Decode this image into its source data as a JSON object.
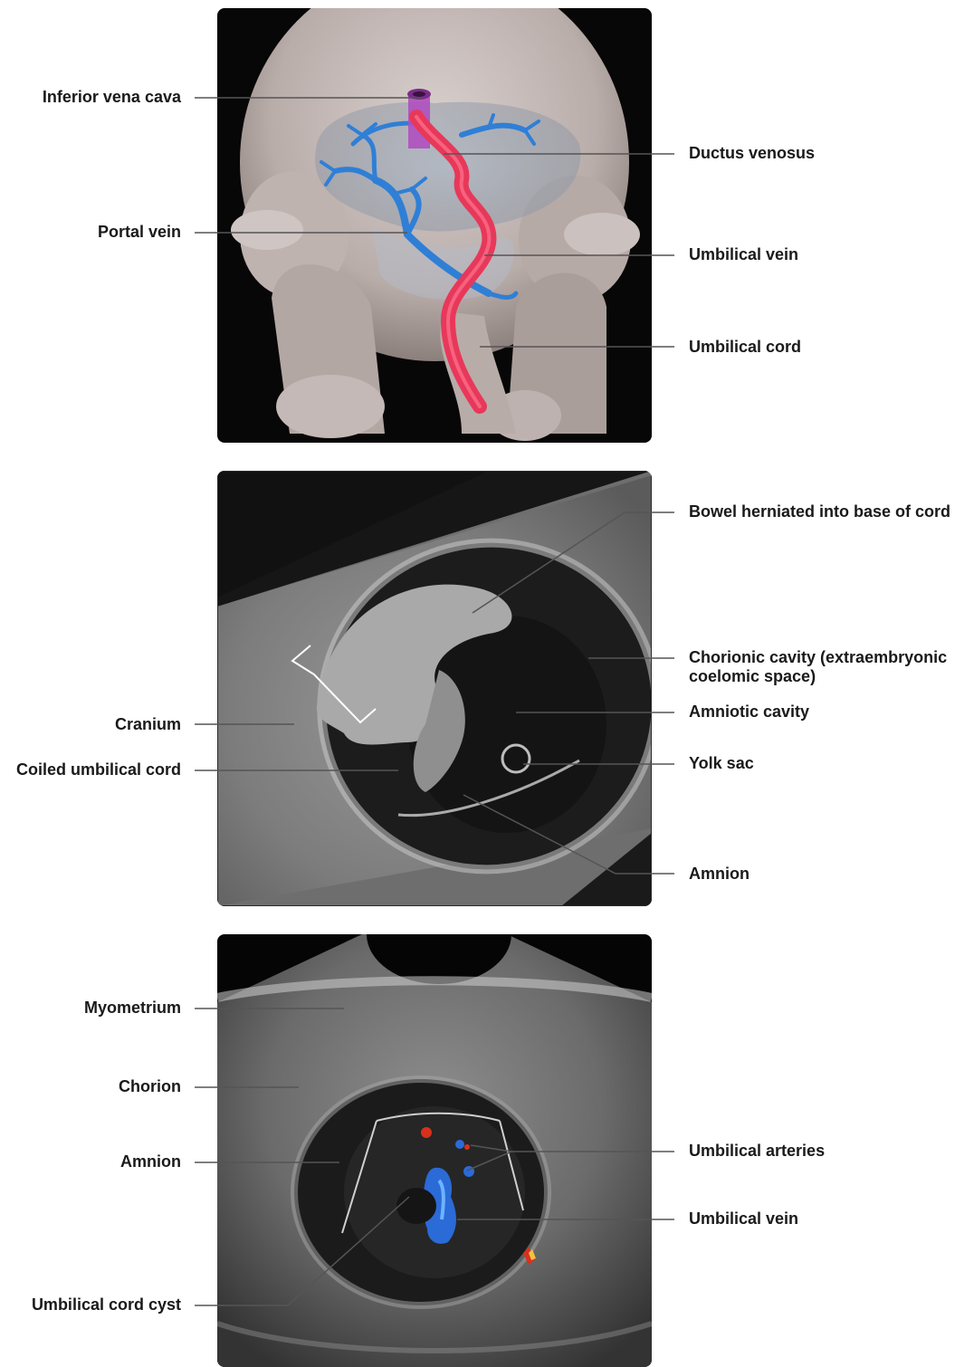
{
  "figure": {
    "panels": [
      {
        "name": "fetal-circulation-illustration",
        "labels_left": [
          "Inferior vena cava",
          "Portal vein"
        ],
        "labels_right": [
          "Ductus venosus",
          "Umbilical vein",
          "Umbilical cord"
        ]
      },
      {
        "name": "first-trimester-ultrasound",
        "labels_left": [
          "Cranium",
          "Coiled umbilical cord"
        ],
        "labels_right": [
          "Bowel herniated into base of cord",
          "Chorionic cavity (extraembryonic coelomic space)",
          "Amniotic cavity",
          "Yolk sac",
          "Amnion"
        ]
      },
      {
        "name": "doppler-ultrasound",
        "labels_left": [
          "Myometrium",
          "Chorion",
          "Amnion",
          "Umbilical cord cyst"
        ],
        "labels_right": [
          "Umbilical arteries",
          "Umbilical vein"
        ]
      }
    ]
  },
  "colors": {
    "vein_red": "#e8385a",
    "portal_blue": "#2f7fd6",
    "ivc_purple": "#b04fc0",
    "doppler_blue": "#2a6bd8",
    "doppler_red": "#d9301c"
  }
}
